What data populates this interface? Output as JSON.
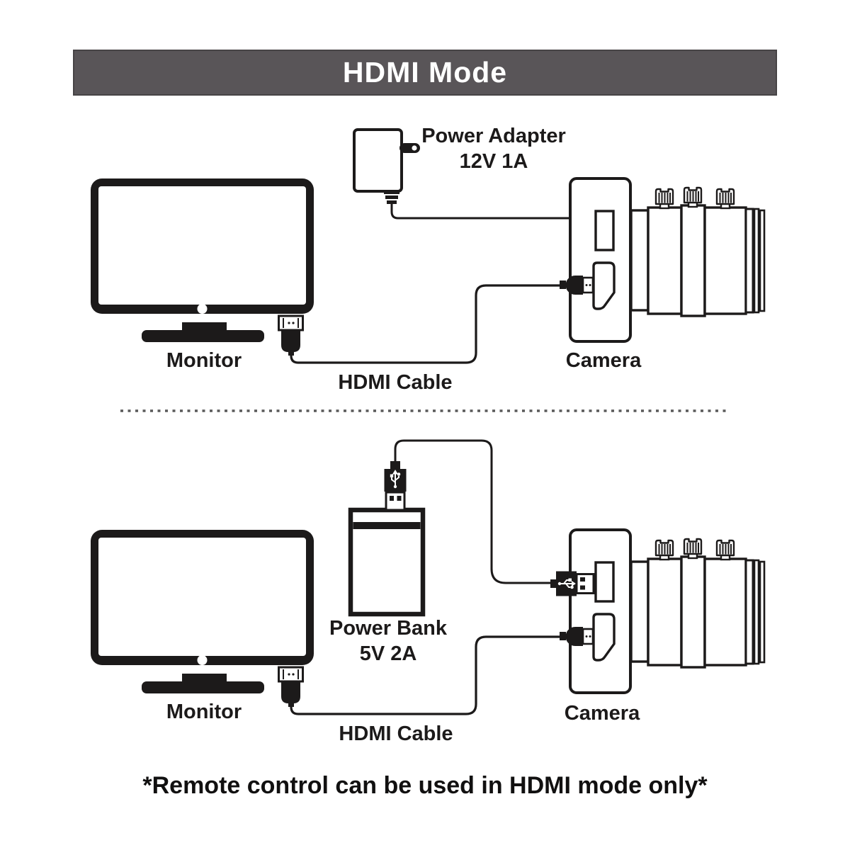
{
  "header": {
    "title": "HDMI Mode"
  },
  "top_diagram": {
    "power_adapter_label_line1": "Power Adapter",
    "power_adapter_label_line2": "12V 1A",
    "monitor_label": "Monitor",
    "hdmi_cable_label": "HDMI Cable",
    "camera_label": "Camera"
  },
  "bottom_diagram": {
    "power_bank_label_line1": "Power Bank",
    "power_bank_label_line2": "5V 2A",
    "monitor_label": "Monitor",
    "hdmi_cable_label": "HDMI Cable",
    "camera_label": "Camera"
  },
  "footer": {
    "note": "*Remote control can be used in HDMI mode only*"
  },
  "colors": {
    "header_bg": "#595558",
    "header_text": "#ffffff",
    "line_art": "#1c1a1a"
  },
  "icons": [
    "monitor-icon",
    "camera-icon",
    "lens-icon",
    "hdmi-plug-icon",
    "usb-plug-icon",
    "usb-trident-icon",
    "power-adapter-icon",
    "power-bank-icon"
  ]
}
